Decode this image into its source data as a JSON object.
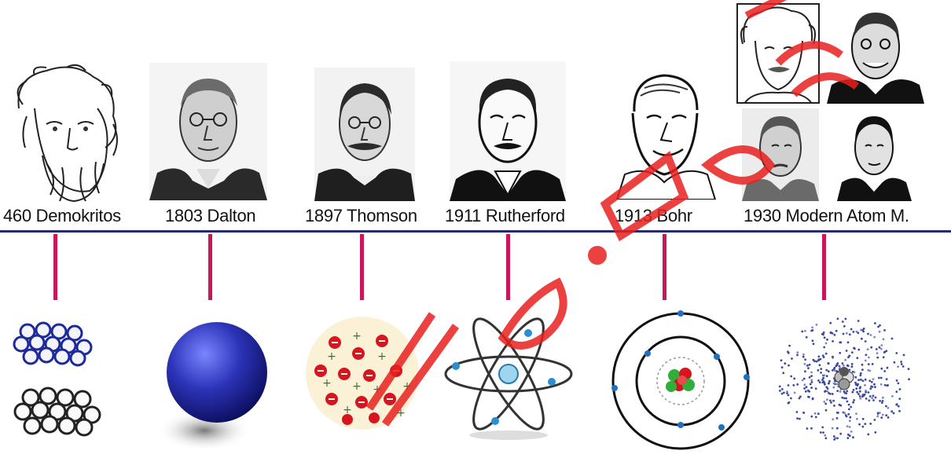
{
  "timeline": [
    {
      "label": "460 Demokritos",
      "model_icon": "packed-spheres-icon"
    },
    {
      "label": "1803 Dalton",
      "model_icon": "solid-sphere-icon"
    },
    {
      "label": "1897 Thomson",
      "model_icon": "plum-pudding-icon"
    },
    {
      "label": "1911 Rutherford",
      "model_icon": "nuclear-orbits-icon"
    },
    {
      "label": "1913  Bohr",
      "model_icon": "bohr-shells-icon"
    },
    {
      "label": "1930 Modern Atom M.",
      "model_icon": "electron-cloud-icon"
    }
  ],
  "colors": {
    "axis": "#1b2a8c",
    "tick": "#c8175a",
    "watermark": "#e8201f"
  }
}
